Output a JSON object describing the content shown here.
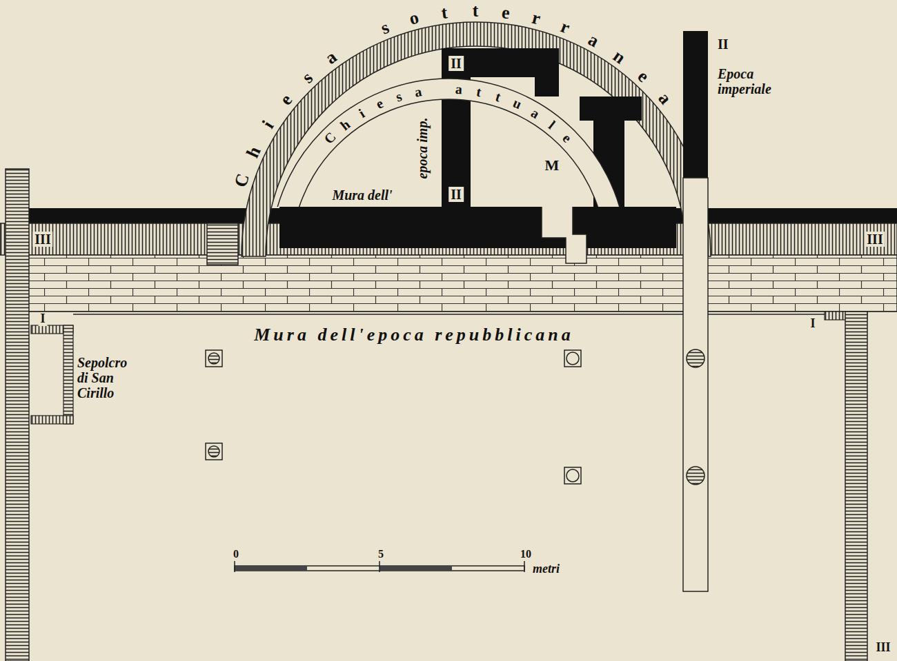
{
  "diagram": {
    "labels": [
      "Chiesa sotterranea",
      "Chiesa attuale",
      "Mura dell'",
      "epoca imp.",
      "II",
      "M",
      "II",
      "II",
      "Epoca imperiale",
      "III",
      "III",
      "I",
      "Sepolcro di San Cirillo",
      "Mura dell'epoca repubblicana",
      "I",
      "0",
      "5",
      "10",
      "metri",
      "III"
    ]
  }
}
